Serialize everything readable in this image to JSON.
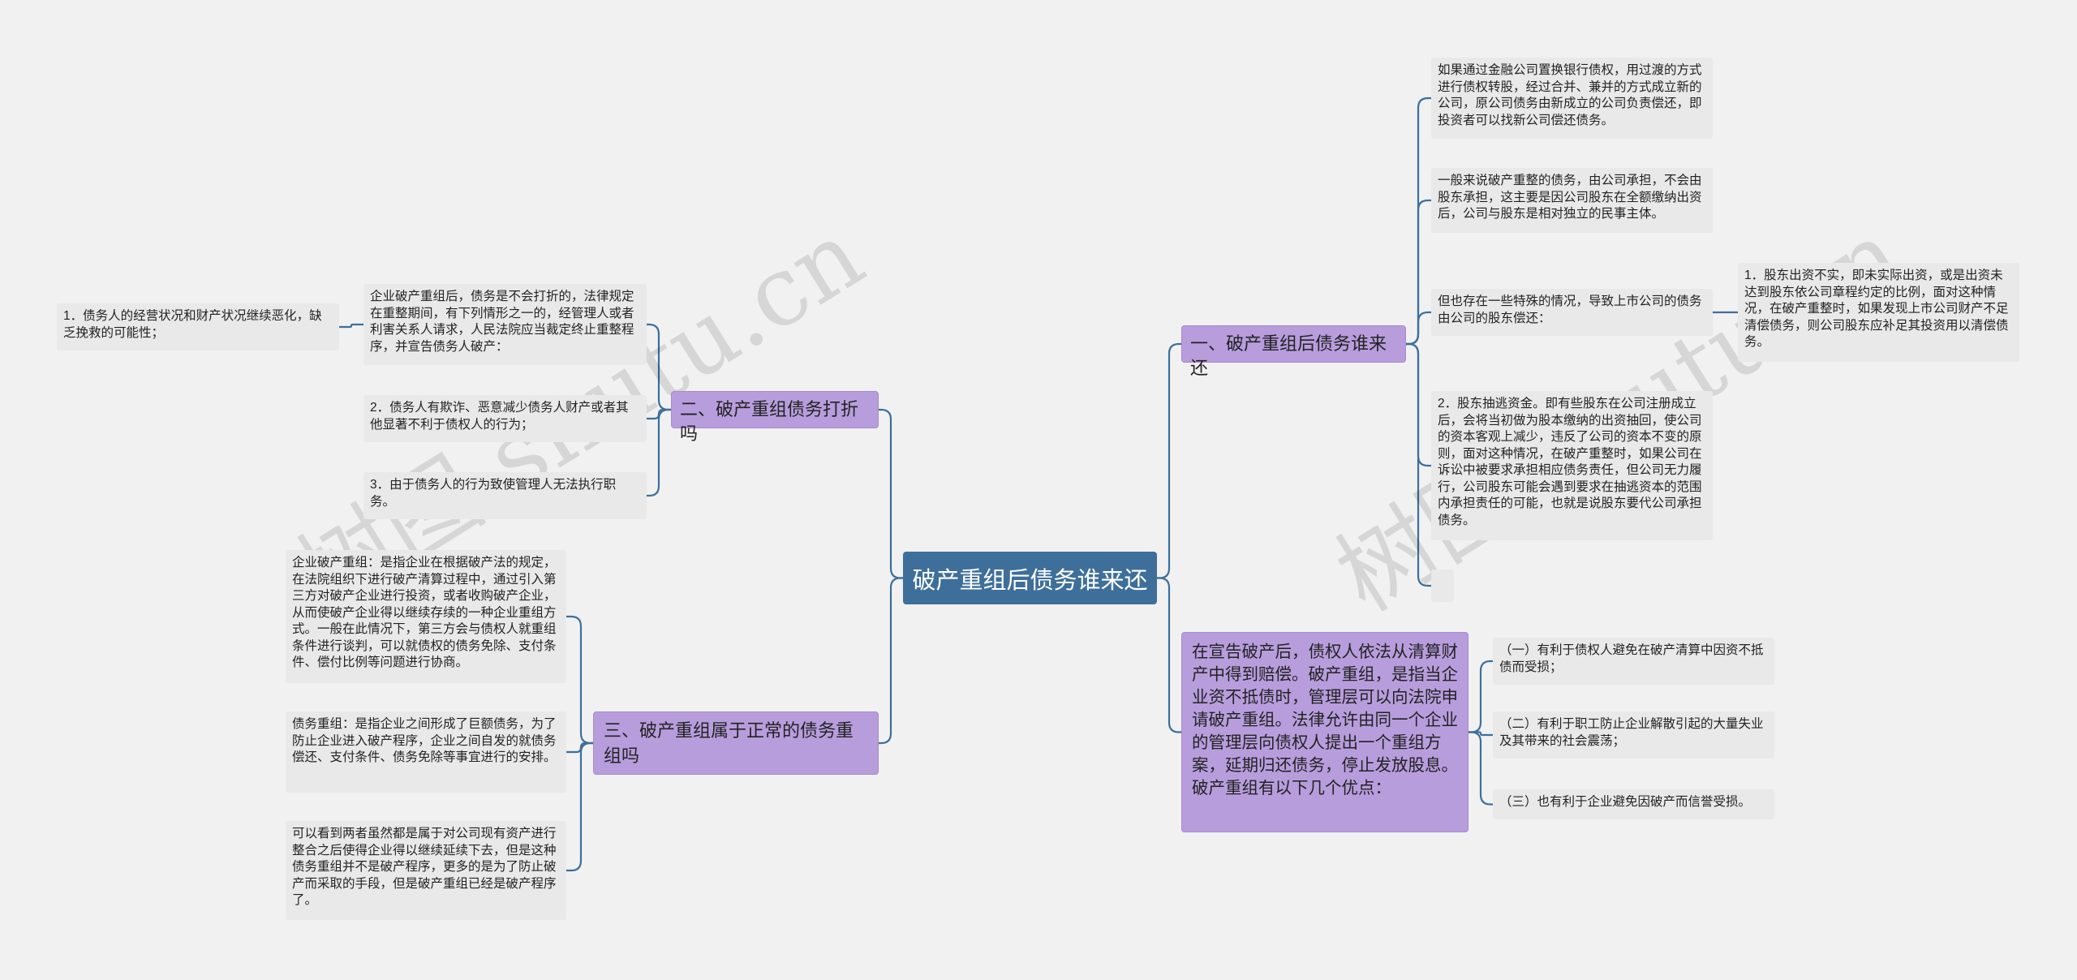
{
  "diagram": {
    "root": {
      "label": "破产重组后债务谁来还"
    },
    "watermark": "树图 shutu.cn",
    "branches": {
      "b1": {
        "label": "一、破产重组后债务谁来还",
        "children": [
          "如果通过金融公司置换银行债权，用过渡的方式进行债权转股，经过合并、兼并的方式成立新的公司，原公司债务由新成立的公司负责偿还，即投资者可以找新公司偿还债务。",
          "一般来说破产重整的债务，由公司承担，不会由股东承担，这主要是因公司股东在全额缴纳出资后，公司与股东是相对独立的民事主体。",
          "但也存在一些特殊的情况，导致上市公司的债务由公司的股东偿还：",
          "2．股东抽逃资金。即有些股东在公司注册成立后，会将当初做为股本缴纳的出资抽回，使公司的资本客观上减少，违反了公司的资本不变的原则，面对这种情况，在破产重整时，如果公司在诉讼中被要求承担相应债务责任，但公司无力履行，公司股东可能会遇到要求在抽逃资本的范围内承担责任的可能，也就是说股东要代公司承担债务。",
          ""
        ],
        "grandchild": "1．股东出资不实，即未实际出资，或是出资未达到股东依公司章程约定的比例，面对这种情况，在破产重整时，如果发现上市公司财产不足清偿债务，则公司股东应补足其投资用以清偿债务。"
      },
      "b2": {
        "label": "在宣告破产后，债权人依法从清算财产中得到赔偿。破产重组，是指当企业资不抵债时，管理层可以向法院申请破产重组。法律允许由同一个企业的管理层向债权人提出一个重组方案，延期归还债务，停止发放股息。破产重组有以下几个优点：",
        "children": [
          "（一）有利于债权人避免在破产清算中因资不抵债而受损；",
          "（二）有利于职工防止企业解散引起的大量失业及其带来的社会震荡；",
          "（三）也有利于企业避免因破产而信誉受损。"
        ]
      },
      "b3": {
        "label": "二、破产重组债务打折吗",
        "children": [
          "企业破产重组后，债务是不会打折的，法律规定在重整期间，有下列情形之一的，经管理人或者利害关系人请求，人民法院应当裁定终止重整程序，并宣告债务人破产：",
          "2．债务人有欺诈、恶意减少债务人财产或者其他显著不利于债权人的行为；",
          "3．由于债务人的行为致使管理人无法执行职务。"
        ],
        "grandchild": "1．债务人的经营状况和财产状况继续恶化，缺乏挽救的可能性；"
      },
      "b4": {
        "label": "三、破产重组属于正常的债务重组吗",
        "children": [
          "企业破产重组：是指企业在根据破产法的规定，在法院组织下进行破产清算过程中，通过引入第三方对破产企业进行投资，或者收购破产企业，从而使破产企业得以继续存续的一种企业重组方式。一般在此情况下，第三方会与债权人就重组条件进行谈判，可以就债权的债务免除、支付条件、偿付比例等问题进行协商。",
          "债务重组：是指企业之间形成了巨额债务，为了防止企业进入破产程序，企业之间自发的就债务偿还、支付条件、债务免除等事宜进行的安排。",
          "可以看到两者虽然都是属于对公司现有资产进行整合之后使得企业得以继续延续下去，但是这种债务重组并不是破产程序，更多的是为了防止破产而采取的手段，但是破产重组已经是破产程序了。"
        ]
      }
    },
    "colors": {
      "background": "#f1f1f1",
      "root": "#3e6f9a",
      "branch": "#b89ddd",
      "leaf": "#e9e9e9",
      "connector": "#3e6f9a"
    }
  }
}
